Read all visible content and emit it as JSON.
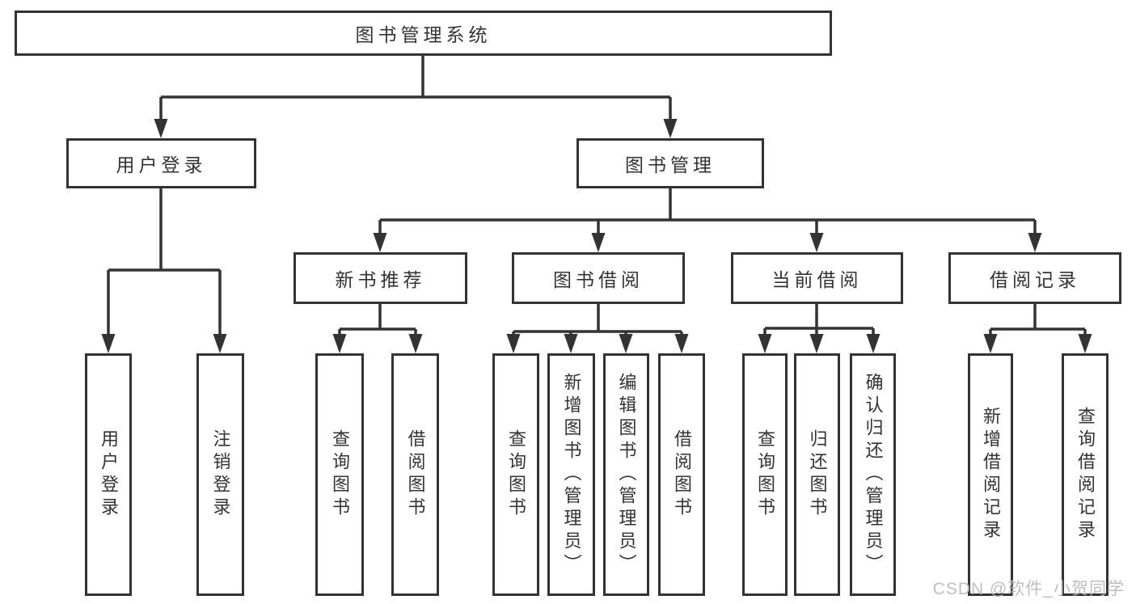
{
  "colors": {
    "line": "#333333",
    "text": "#333333",
    "watermark": "#b7b7b7",
    "background": "#ffffff"
  },
  "watermark": "CSDN @软件_小贺同学",
  "tree": {
    "label": "图书管理系统",
    "children": [
      {
        "label": "用户登录",
        "children": [
          {
            "label": "用户登录"
          },
          {
            "label": "注销登录"
          }
        ]
      },
      {
        "label": "图书管理",
        "children": [
          {
            "label": "新书推荐",
            "children": [
              {
                "label": "查询图书"
              },
              {
                "label": "借阅图书"
              }
            ]
          },
          {
            "label": "图书借阅",
            "children": [
              {
                "label": "查询图书"
              },
              {
                "label": "新增图书（管理员）"
              },
              {
                "label": "编辑图书（管理员）"
              },
              {
                "label": "借阅图书"
              }
            ]
          },
          {
            "label": "当前借阅",
            "children": [
              {
                "label": "查询图书"
              },
              {
                "label": "归还图书"
              },
              {
                "label": "确认归还（管理员）"
              }
            ]
          },
          {
            "label": "借阅记录",
            "children": [
              {
                "label": "新增借阅记录"
              },
              {
                "label": "查询借阅记录"
              }
            ]
          }
        ]
      }
    ]
  }
}
